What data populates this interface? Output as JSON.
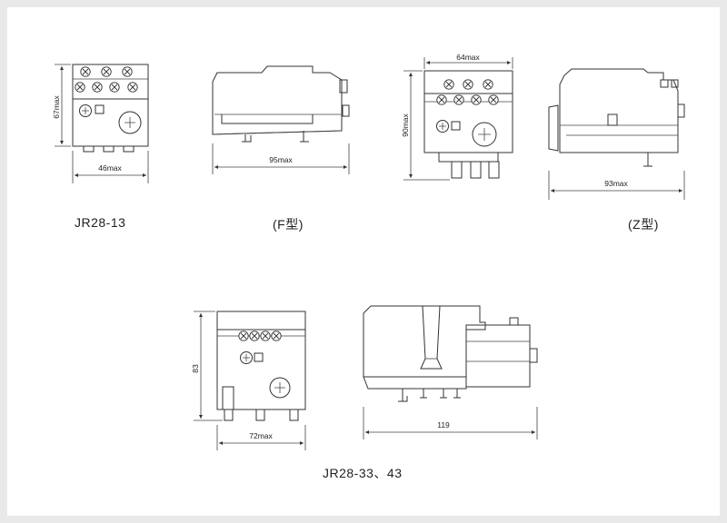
{
  "labels": {
    "model_small": "JR28-13",
    "f_type": "(F型)",
    "z_type": "(Z型)",
    "model_large": "JR28-33、43"
  },
  "dimensions": {
    "jr28_13_height": "67max",
    "jr28_13_width": "46max",
    "f_type_depth": "95max",
    "z_type_height": "90max",
    "z_type_width": "64max",
    "z_type_depth": "93max",
    "jr28_33_height": "83",
    "jr28_33_width": "72max",
    "jr28_33_depth": "119"
  },
  "colors": {
    "line": "#333333",
    "background": "#ffffff",
    "page": "#e9e9e9"
  }
}
